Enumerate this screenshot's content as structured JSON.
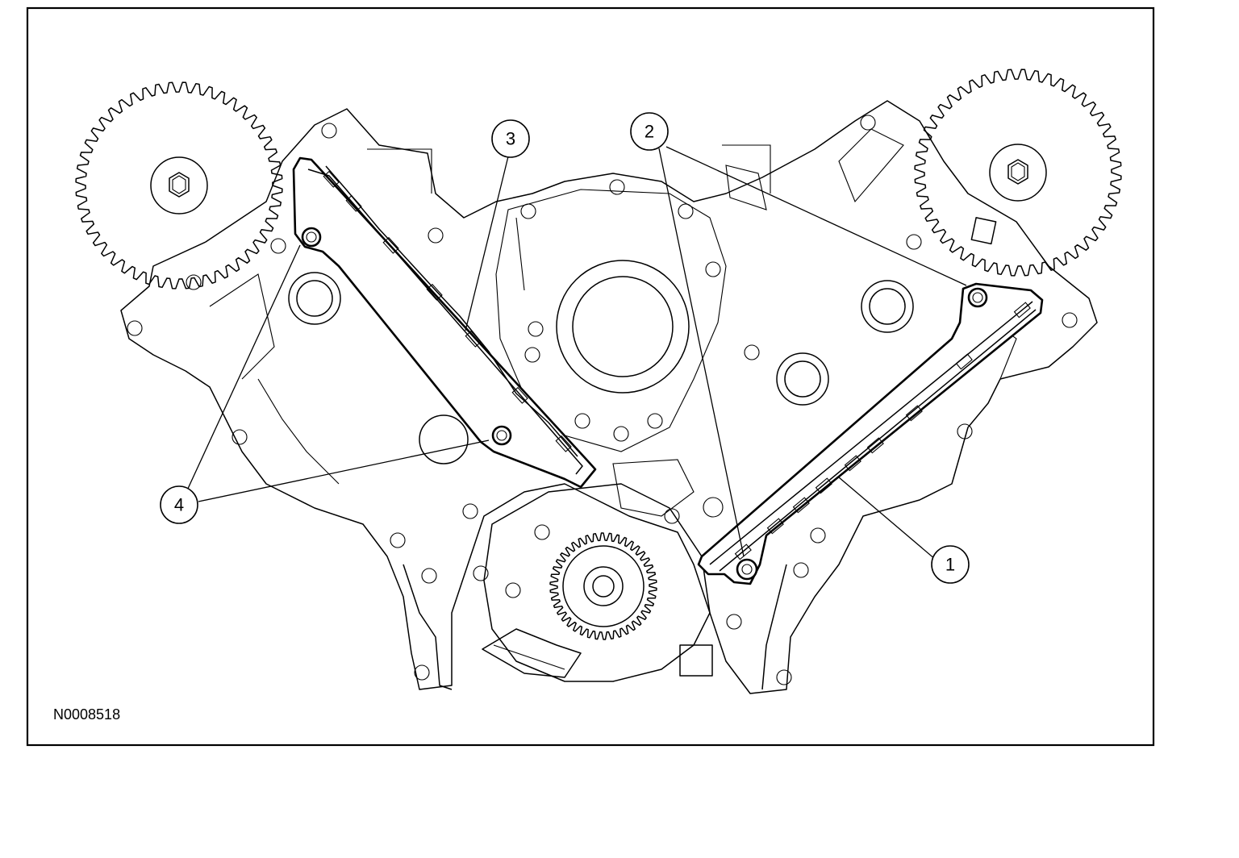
{
  "figure_code": "N0008518",
  "callouts": [
    {
      "number": "1"
    },
    {
      "number": "2"
    },
    {
      "number": "3"
    },
    {
      "number": "4"
    }
  ],
  "components": [
    "left-camshaft-sprocket",
    "right-camshaft-sprocket",
    "crankshaft-sprocket",
    "left-timing-chain-guide",
    "right-timing-chain-guide",
    "guide-bolts"
  ]
}
